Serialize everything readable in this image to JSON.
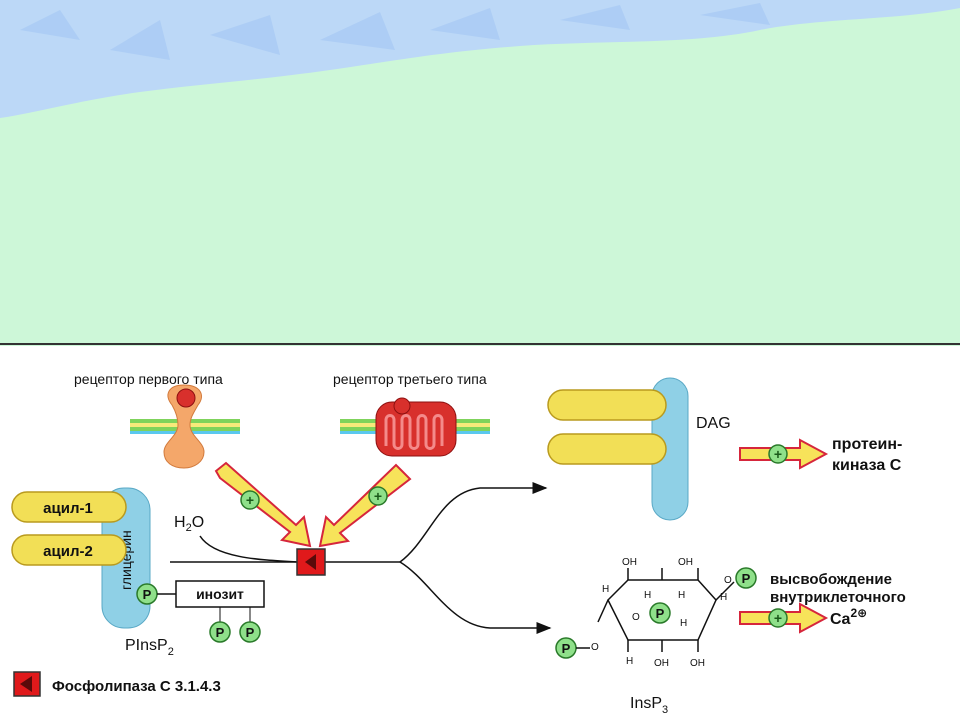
{
  "diagram": {
    "receptor_type1_label": "рецептор первого типа",
    "receptor_type3_label": "рецептор третьего типа",
    "water_label_main": "H",
    "water_label_sub": "2",
    "water_label_end": "O",
    "acyl1_label": "ацил-1",
    "acyl2_label": "ацил-2",
    "glycerol_label": "глицерин",
    "inositol_label": "инозит",
    "phosphate_label": "P",
    "plus_label": "+",
    "pip2_main": "PInsP",
    "pip2_sub": "2",
    "dag_label": "DAG",
    "pkc_line1": "протеин-",
    "pkc_line2": "киназа С",
    "ca_release_line1": "высвобождение",
    "ca_release_line2": "внутриклеточного",
    "ca_main": "Ca",
    "ca_sup": "2⊕",
    "ip3_main": "InsP",
    "ip3_sub": "3",
    "ring_oh": "OH",
    "ring_h": "H",
    "ring_o": "O",
    "legend_label": "Фосфолипаза С 3.1.4.3"
  },
  "colors": {
    "slide_blue": "#bcd8f7",
    "slide_green": "#cdf7d8",
    "membrane_green": "#7fd35b",
    "membrane_blue": "#5ac8ef",
    "acyl_yellow": "#f2df56",
    "glycerol_blue": "#8fd0e6",
    "enzyme_red": "#e0191b",
    "arrow_yellow": "#f7e35a",
    "arrow_red": "#d6263c",
    "phosphate_green": "#8fe08a",
    "receptor_orange": "#f4a76a",
    "receptor_red": "#d8302c"
  }
}
